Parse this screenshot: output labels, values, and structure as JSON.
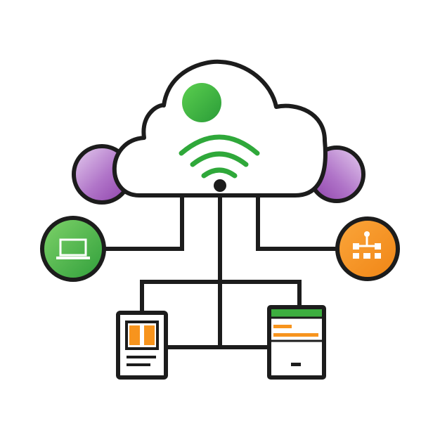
{
  "diagram": {
    "kind": "cloud-network",
    "colors": {
      "background": "#ffffff",
      "stroke": "#1c1c1c",
      "green": "#3dae3f",
      "green_light": "#7fd36a",
      "purple": "#9a4fb3",
      "purple_light": "#e0c6ec",
      "orange": "#f7941d",
      "orange_dark": "#e9841a",
      "white": "#ffffff"
    },
    "nodes": [
      {
        "id": "cloud",
        "icon": "cloud-icon",
        "label": ""
      },
      {
        "id": "wifi",
        "icon": "wifi-icon",
        "label": ""
      },
      {
        "id": "left-purple-dot",
        "icon": "purple-circle-icon",
        "label": ""
      },
      {
        "id": "right-purple-dot",
        "icon": "purple-circle-icon",
        "label": ""
      },
      {
        "id": "laptop",
        "icon": "laptop-icon",
        "label": ""
      },
      {
        "id": "network-hierarchy",
        "icon": "network-hierarchy-icon",
        "label": ""
      },
      {
        "id": "tablet",
        "icon": "tablet-document-icon",
        "label": ""
      },
      {
        "id": "web-window",
        "icon": "browser-window-icon",
        "label": ""
      }
    ],
    "connections": [
      {
        "from": "cloud",
        "to": "laptop"
      },
      {
        "from": "cloud",
        "to": "network-hierarchy"
      },
      {
        "from": "cloud",
        "to": "tablet"
      },
      {
        "from": "cloud",
        "to": "web-window"
      }
    ]
  }
}
